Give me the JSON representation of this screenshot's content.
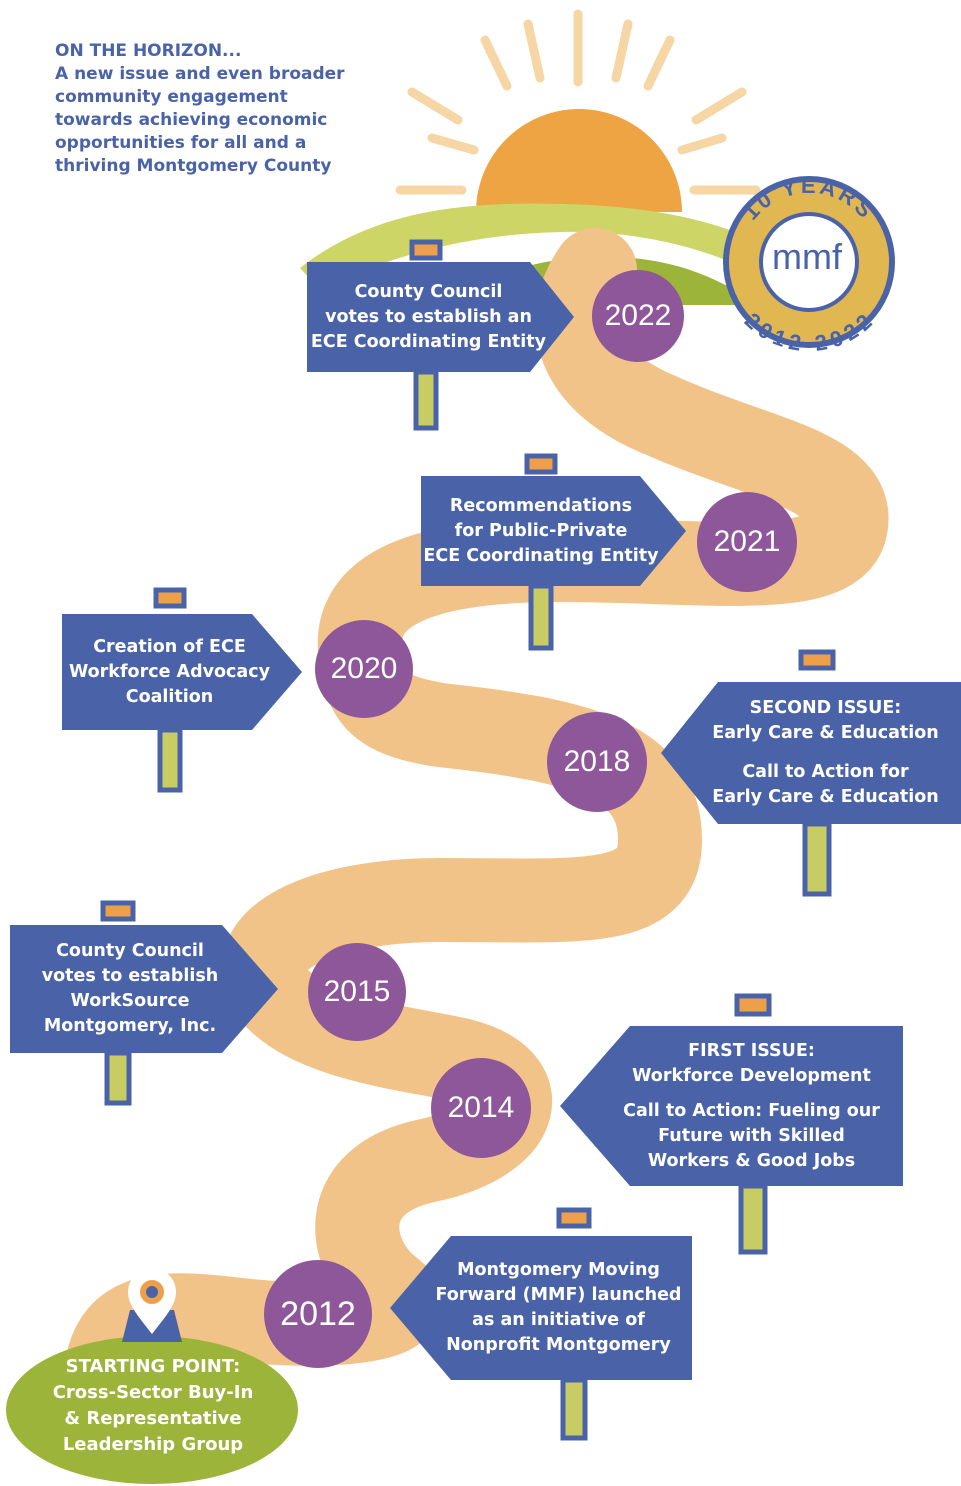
{
  "horizon": {
    "lines": [
      "ON THE HORIZON...",
      "A new issue and even broader",
      "community engagement",
      "towards achieving economic",
      "opportunities for all and a",
      "thriving Montgomery County"
    ]
  },
  "badge": {
    "top_text": "10 YEARS",
    "logo": "mmf",
    "bottom_text": "2012-2022"
  },
  "milestones": [
    {
      "year": "2022",
      "sign_lines": [
        "County Council",
        "votes to establish an",
        "ECE Coordinating Entity"
      ]
    },
    {
      "year": "2021",
      "sign_lines": [
        "Recommendations",
        "for Public-Private",
        "ECE Coordinating Entity"
      ]
    },
    {
      "year": "2020",
      "sign_lines": [
        "Creation of  ECE",
        "Workforce Advocacy",
        "Coalition"
      ]
    },
    {
      "year": "2018",
      "sign_lines": [
        "SECOND ISSUE:",
        "Early Care & Education"
      ],
      "sign_lines_2": [
        "Call to Action for",
        "Early Care & Education"
      ]
    },
    {
      "year": "2015",
      "sign_lines": [
        "County Council",
        "votes to establish",
        "WorkSource",
        "Montgomery, Inc."
      ]
    },
    {
      "year": "2014",
      "sign_lines": [
        "FIRST ISSUE:",
        "Workforce Development"
      ],
      "sign_lines_2": [
        "Call to Action: Fueling our",
        "Future with Skilled",
        "Workers & Good Jobs"
      ]
    },
    {
      "year": "2012",
      "sign_lines": [
        "Montgomery Moving",
        "Forward (MMF)  launched",
        "as an initiative of",
        "Nonprofit Montgomery"
      ]
    }
  ],
  "start": {
    "icon": "map-pin-icon",
    "lines": [
      "STARTING POINT:",
      "Cross-Sector Buy-In",
      "& Representative",
      "Leadership Group"
    ]
  },
  "colors": {
    "sign_blue": "#4a63a8",
    "year_purple": "#8e5799",
    "road": "#f2c389",
    "sun": "#eea443",
    "hill_green": "#cdd567",
    "start_green": "#9db43a",
    "post_yellow": "#c8cd63",
    "post_cap_orange": "#ee9f4a"
  }
}
